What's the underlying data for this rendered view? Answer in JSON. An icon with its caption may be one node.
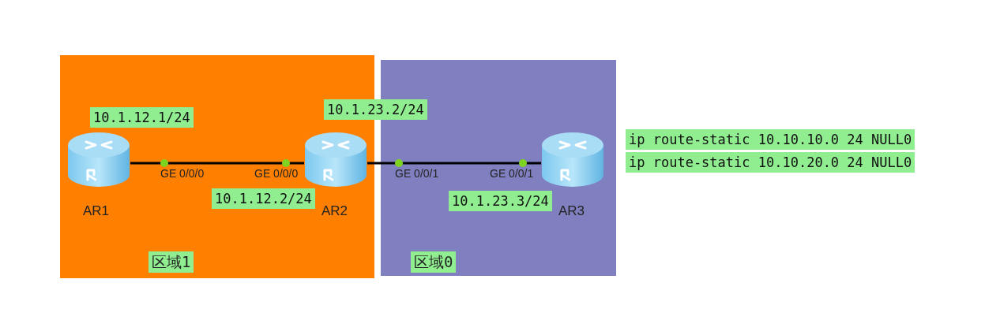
{
  "diagram": {
    "nodes": [
      {
        "text": [
          "区域1"
        ]
      },
      {
        "text": [
          "区域0"
        ]
      },
      {
        "text": [
          "AR1"
        ],
        "in": 0
      },
      {
        "text": [
          "AR2"
        ],
        "in": 0
      },
      {
        "text": [
          "AR3"
        ],
        "in": 1
      }
    ],
    "edges": [
      {
        "from": 2,
        "to": 3,
        "arrow": "none"
      },
      {
        "from": 3,
        "to": 4,
        "arrow": "none"
      }
    ],
    "labels": [
      "10.1.12.1/24",
      "10.1.23.2/24",
      "ip route-static 10.10.10.0 24 NULL0",
      "ip route-static 10.10.20.0 24 NULL0",
      "GE 0/0/0",
      "GE 0/0/0",
      "GE 0/0/1",
      "GE 0/0/1",
      "10.1.12.2/24",
      "10.1.23.3/24"
    ]
  }
}
